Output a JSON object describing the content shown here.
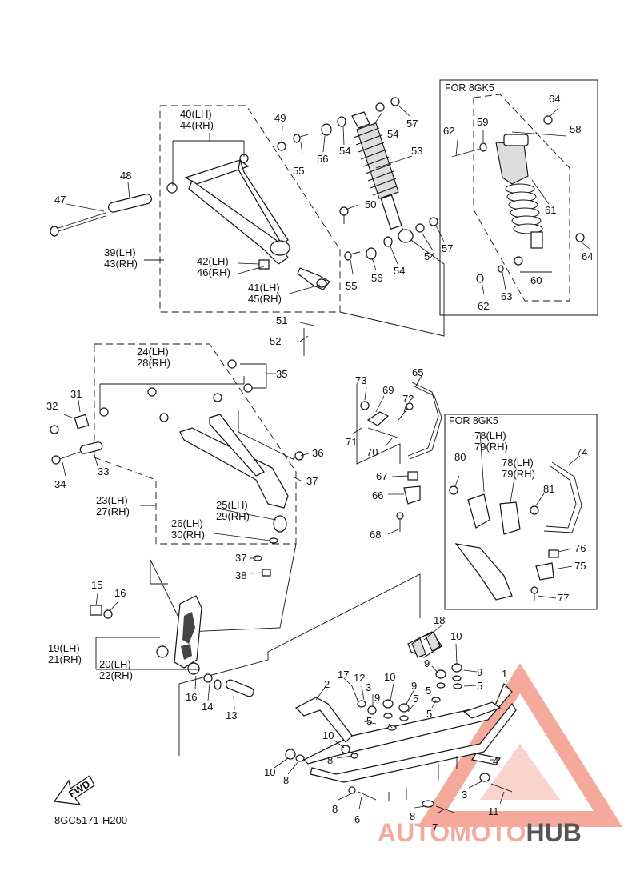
{
  "diagram_code": "8GC5171-H200",
  "fwd_label": "FWD",
  "insets": {
    "top_title": "FOR 8GK5",
    "bottom_title": "FOR 8GK5"
  },
  "watermark": {
    "part1": "AUTO",
    "part2": "MOTO",
    "part3": "HUB"
  },
  "labels": {
    "l1": "1",
    "l2": "2",
    "l3a": "3",
    "l3b": "3",
    "l4": "4",
    "l5a": "5",
    "l5b": "5",
    "l5c": "5",
    "l5d": "5",
    "l5e": "5",
    "l6": "6",
    "l7": "7",
    "l8a": "8",
    "l8b": "8",
    "l8c": "8",
    "l8d": "8",
    "l9a": "9",
    "l9b": "9",
    "l9c": "9",
    "l9d": "9",
    "l10a": "10",
    "l10b": "10",
    "l10c": "10",
    "l10d": "10",
    "l11": "11",
    "l12": "12",
    "l13": "13",
    "l14": "14",
    "l15": "15",
    "l16a": "16",
    "l16b": "16",
    "l17": "17",
    "l18": "18",
    "l19": "19(LH)",
    "l21": "21(RH)",
    "l20": "20(LH)",
    "l22": "22(RH)",
    "l23": "23(LH)",
    "l27": "27(RH)",
    "l24": "24(LH)",
    "l28": "28(RH)",
    "l25": "25(LH)",
    "l29": "29(RH)",
    "l26": "26(LH)",
    "l30": "30(RH)",
    "l31": "31",
    "l32": "32",
    "l33": "33",
    "l34": "34",
    "l35": "35",
    "l36": "36",
    "l37a": "37",
    "l37b": "37",
    "l38": "38",
    "l39": "39(LH)",
    "l43": "43(RH)",
    "l40": "40(LH)",
    "l44": "44(RH)",
    "l41": "41(LH)",
    "l45": "45(RH)",
    "l42": "42(LH)",
    "l46": "46(RH)",
    "l47": "47",
    "l48": "48",
    "l49": "49",
    "l50": "50",
    "l51": "51",
    "l52": "52",
    "l53": "53",
    "l54a": "54",
    "l54b": "54",
    "l54c": "54",
    "l54d": "54",
    "l55a": "55",
    "l55b": "55",
    "l56a": "56",
    "l56b": "56",
    "l57a": "57",
    "l57b": "57",
    "l58": "58",
    "l59": "59",
    "l60": "60",
    "l61": "61",
    "l62a": "62",
    "l62b": "62",
    "l63": "63",
    "l64a": "64",
    "l64b": "64",
    "l65": "65",
    "l66": "66",
    "l67": "67",
    "l68": "68",
    "l69": "69",
    "l70": "70",
    "l71": "71",
    "l72": "72",
    "l73": "73",
    "l74": "74",
    "l75": "75",
    "l76": "76",
    "l77": "77",
    "l78a": "78(LH)",
    "l79a": "79(RH)",
    "l78b": "78(LH)",
    "l79b": "79(RH)",
    "l80": "80",
    "l81": "81"
  }
}
